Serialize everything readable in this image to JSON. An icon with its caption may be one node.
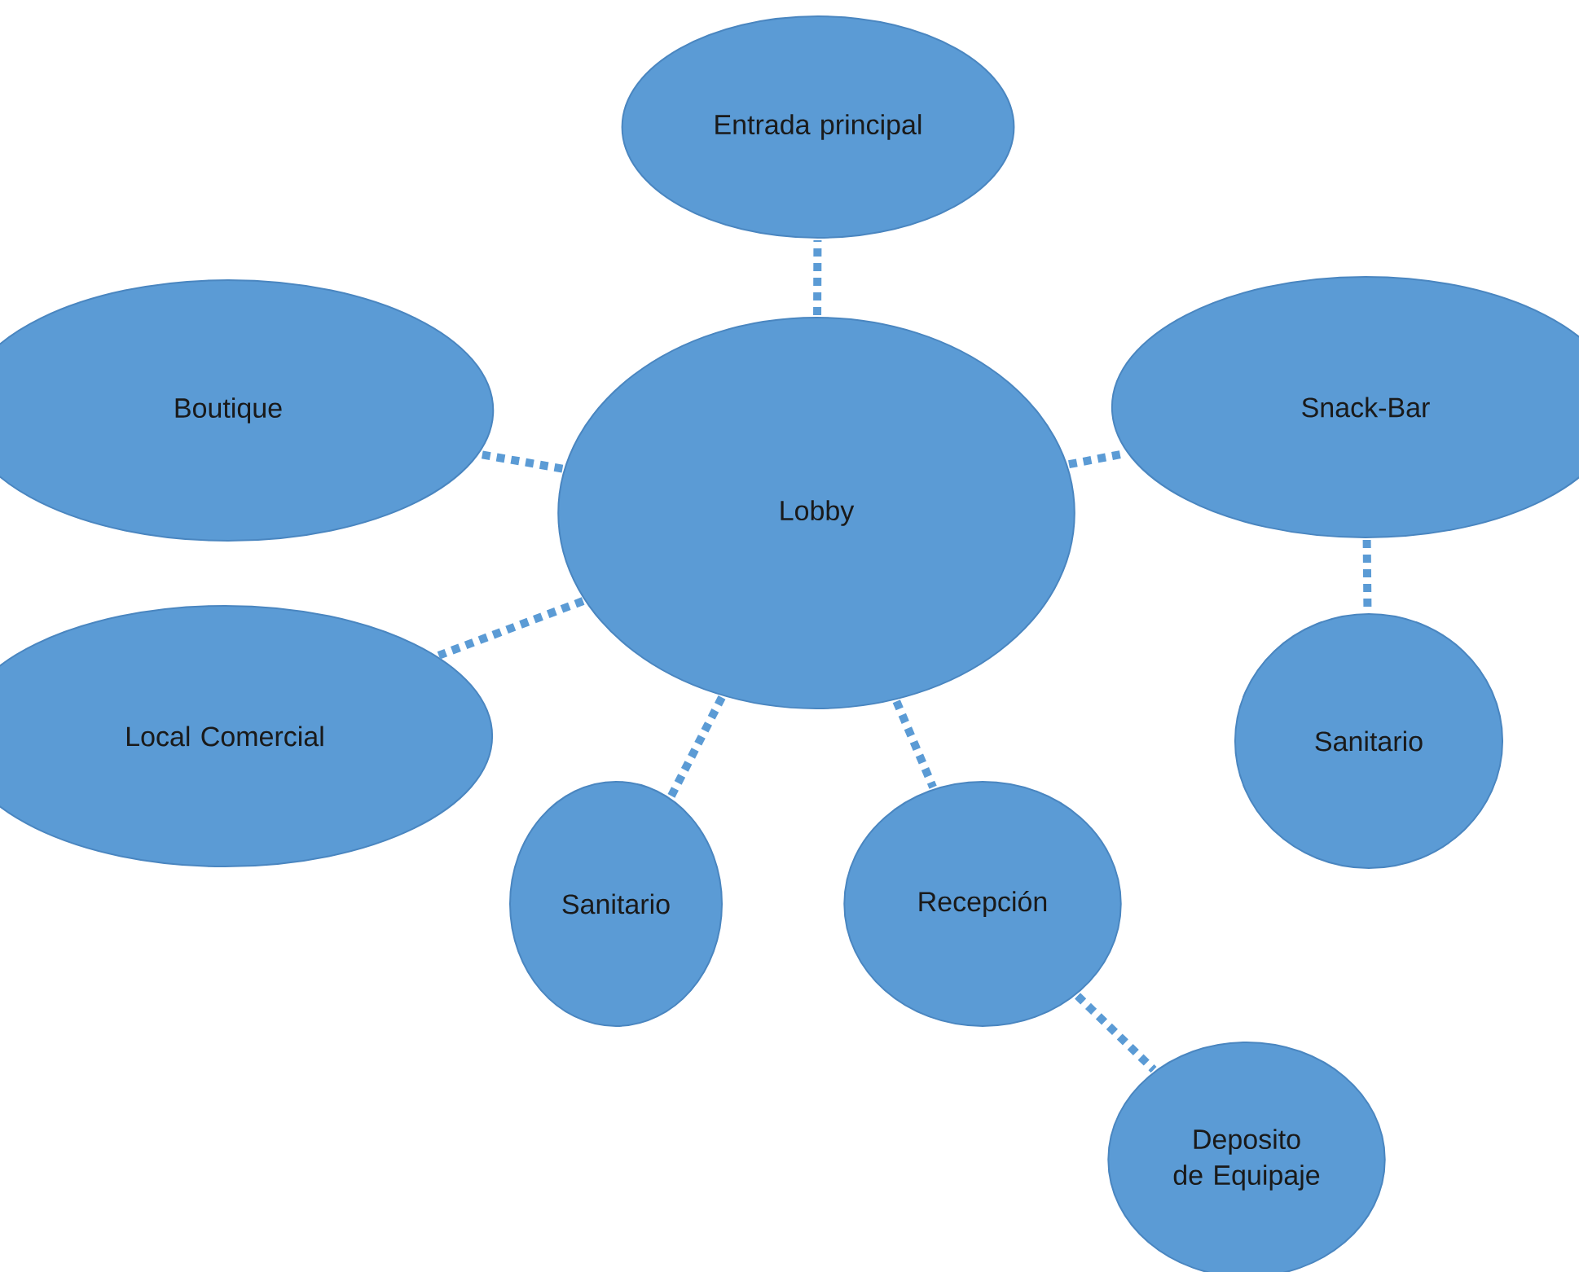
{
  "diagram": {
    "nodes": [
      {
        "text": [
          "Entrada principal"
        ]
      },
      {
        "text": [
          "Boutique"
        ]
      },
      {
        "text": [
          "Lobby"
        ]
      },
      {
        "text": [
          "Snack-Bar"
        ]
      },
      {
        "text": [
          "Local Comercial"
        ]
      },
      {
        "text": [
          "Sanitario"
        ]
      },
      {
        "text": [
          "Sanitario"
        ]
      },
      {
        "text": [
          "Recepción"
        ]
      },
      {
        "text": [
          "Deposito de Equipaje"
        ]
      }
    ],
    "edges": [
      {
        "from": 2,
        "to": 0,
        "arrow": "none"
      },
      {
        "from": 2,
        "to": 1,
        "arrow": "none"
      },
      {
        "from": 2,
        "to": 3,
        "arrow": "none"
      },
      {
        "from": 2,
        "to": 4,
        "arrow": "none"
      },
      {
        "from": 2,
        "to": 6,
        "arrow": "none"
      },
      {
        "from": 2,
        "to": 7,
        "arrow": "none"
      },
      {
        "from": 3,
        "to": 5,
        "arrow": "none"
      },
      {
        "from": 7,
        "to": 8,
        "arrow": "none"
      }
    ]
  }
}
